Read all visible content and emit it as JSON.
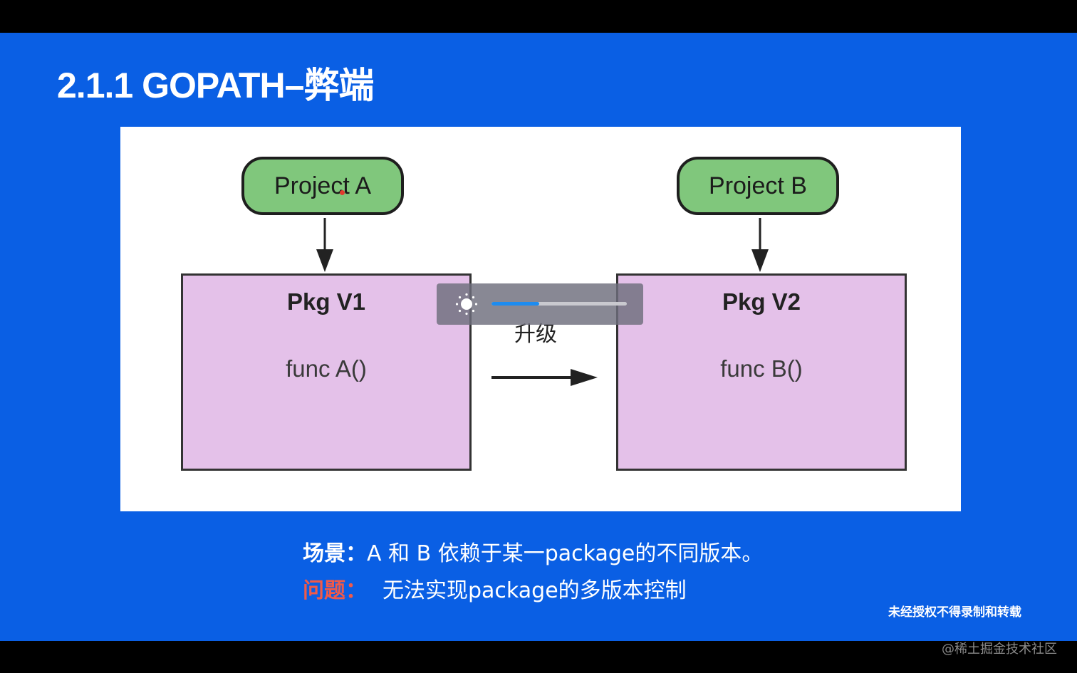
{
  "slide": {
    "title": "2.1.1 GOPATH–弊端",
    "project_a": "Project A",
    "project_b": "Project B",
    "pkg_v1": {
      "title": "Pkg V1",
      "func": "func A()"
    },
    "pkg_v2": {
      "title": "Pkg V2",
      "func": "func B()"
    },
    "upgrade_label": "升级",
    "scene_key": "场景：",
    "scene_text": "A 和 B 依赖于某一package的不同版本。",
    "problem_key": "问题：",
    "problem_text": "无法实现package的多版本控制",
    "notice": "未经授权不得录制和转载"
  },
  "overlay": {
    "brightness_icon": "sun-icon",
    "brightness_level": 0.35
  },
  "credit": "@稀土掘金技术社区",
  "colors": {
    "slide_bg": "#0a5fe4",
    "project_fill": "#80c77c",
    "pkg_fill": "#e4c1e9",
    "problem_key": "#f05a4a",
    "hud_fill": "#1d8cf0"
  }
}
